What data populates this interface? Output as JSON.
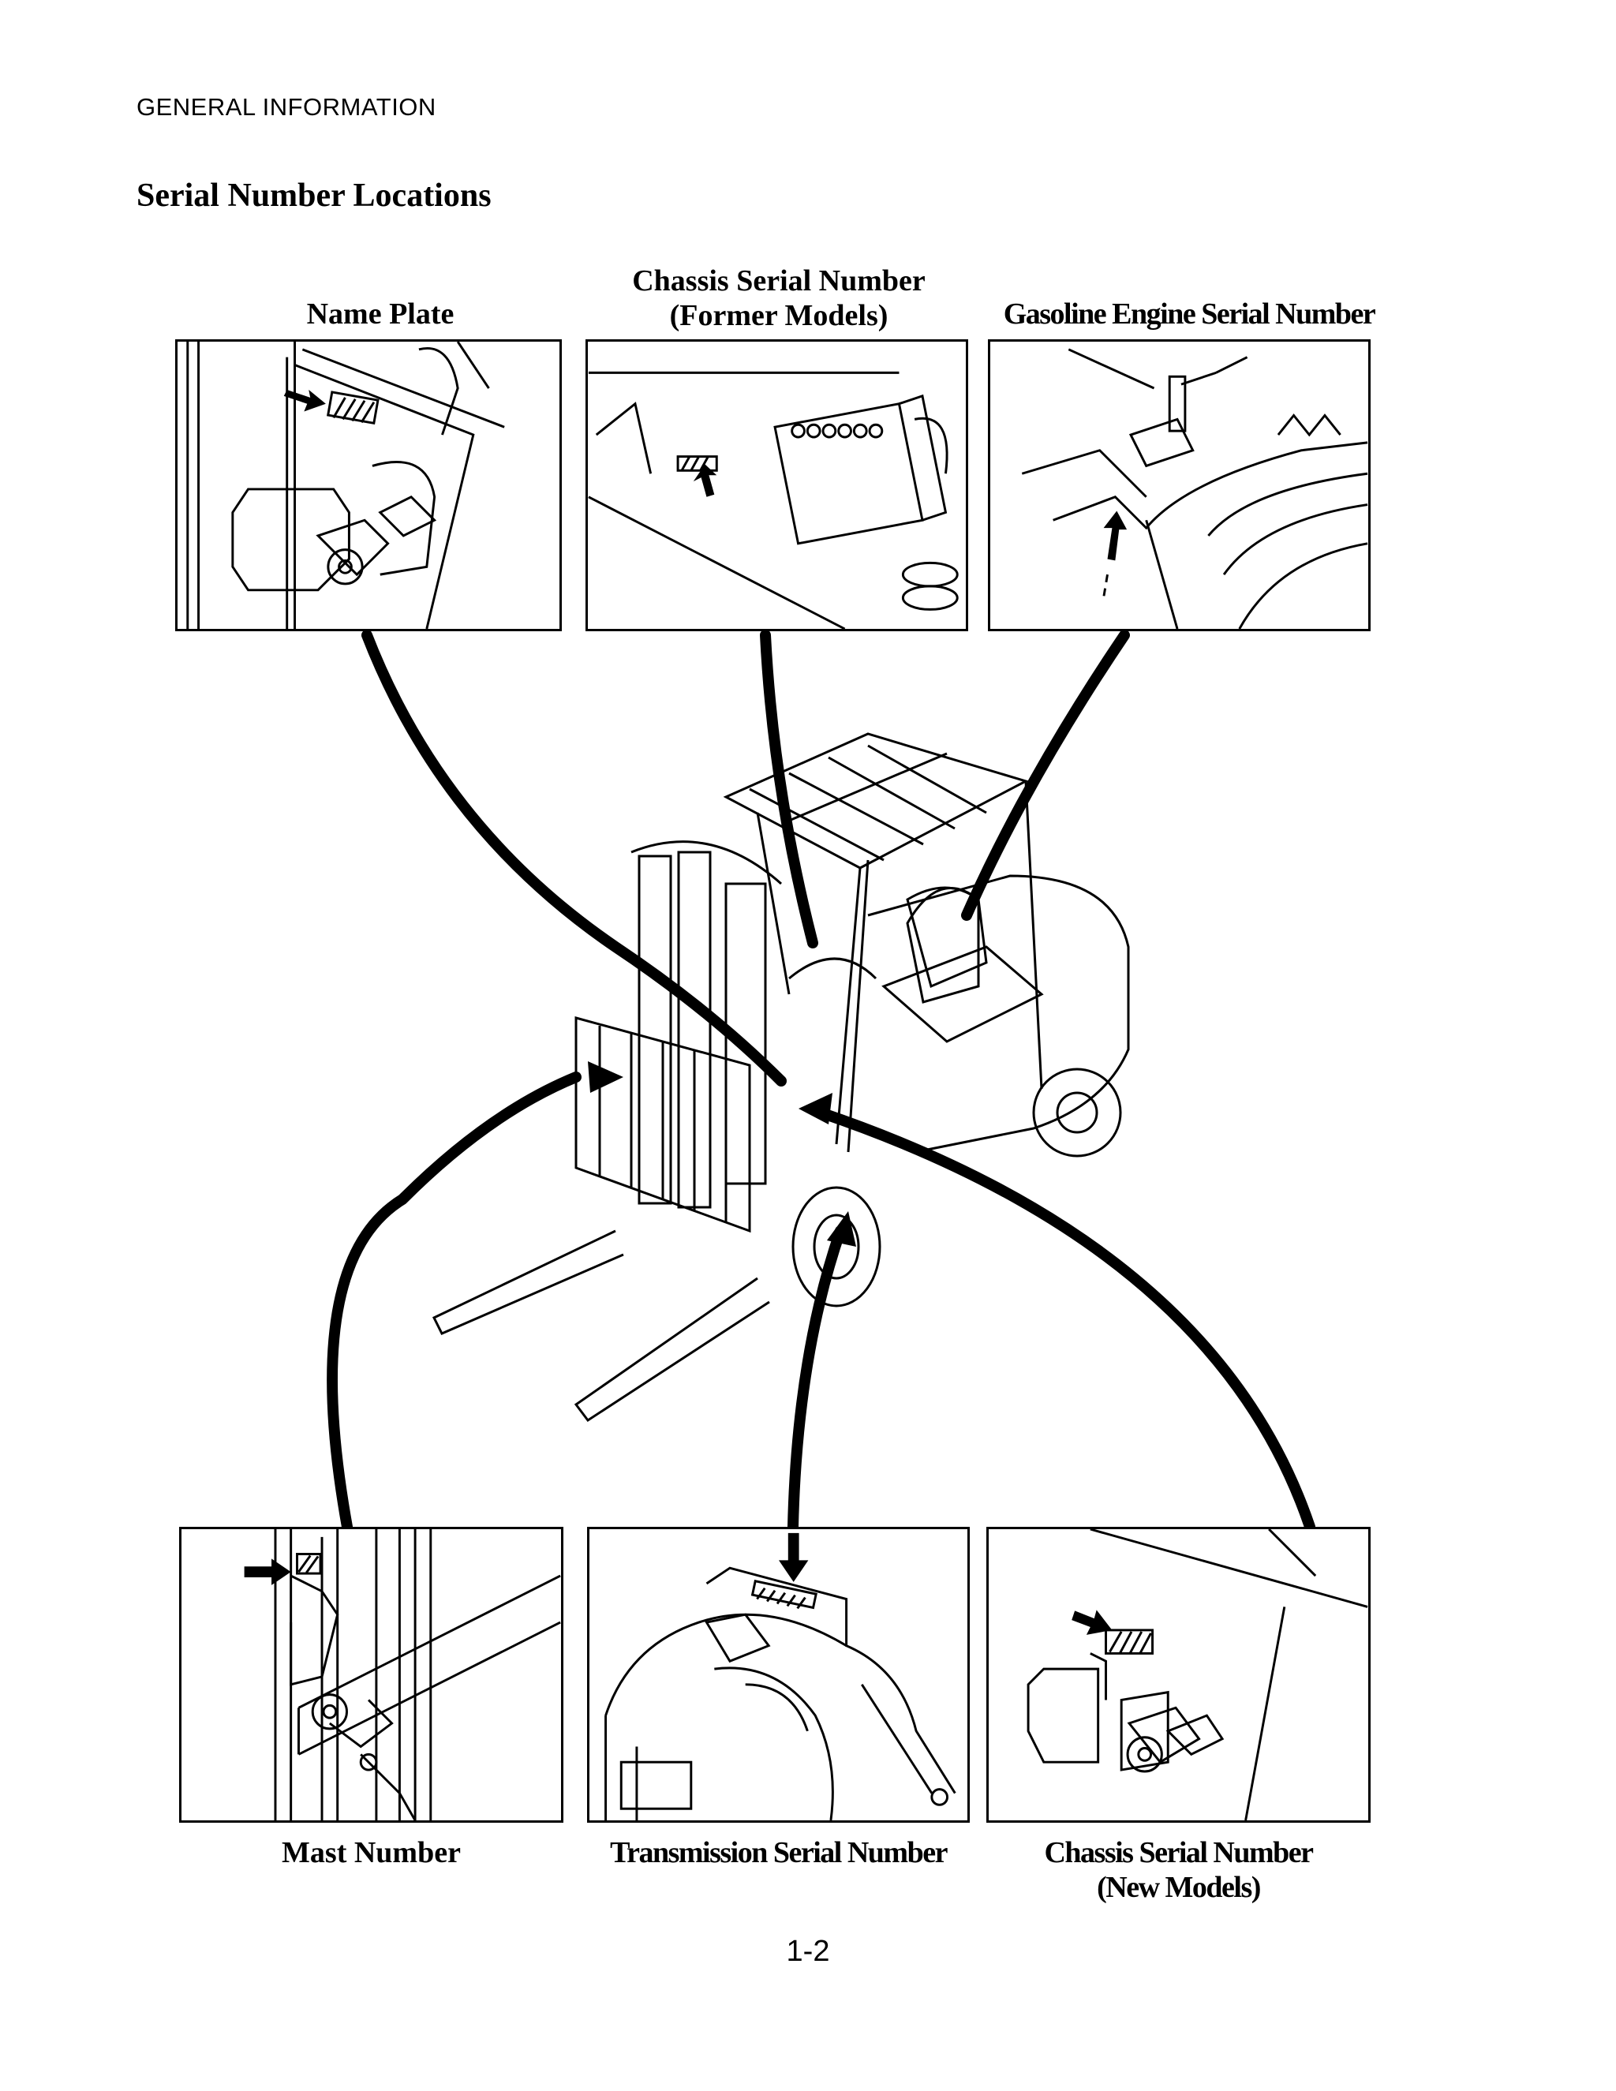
{
  "header": "GENERAL INFORMATION",
  "title": "Serial Number Locations",
  "panels": {
    "name_plate": "Name Plate",
    "chassis_former_line1": "Chassis Serial Number",
    "chassis_former_line2": "(Former Models)",
    "gasoline_engine": "Gasoline Engine Serial Number",
    "mast_number": "Mast Number",
    "transmission": "Transmission Serial Number",
    "chassis_new_line1": "Chassis Serial Number",
    "chassis_new_line2": "(New Models)"
  },
  "page_number": "1-2"
}
